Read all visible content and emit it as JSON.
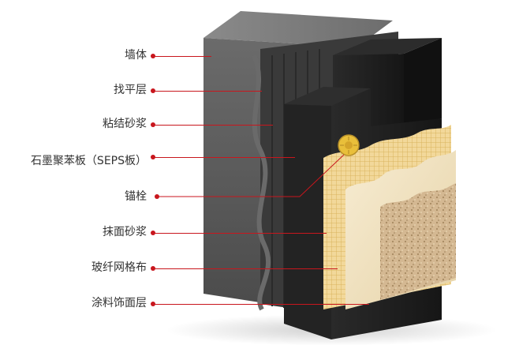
{
  "labels": [
    {
      "text": "墙体"
    },
    {
      "text": "找平层"
    },
    {
      "text": "粘结砂浆"
    },
    {
      "text": "石墨聚苯板（SEPS板）"
    },
    {
      "text": "锚栓"
    },
    {
      "text": "抹面砂浆"
    },
    {
      "text": "玻纤网格布"
    },
    {
      "text": "涂料饰面层"
    }
  ],
  "colors": {
    "leader": "#c8161d",
    "label_text": "#333333",
    "wall": "#5a5a5a",
    "board": "#1e1e1e",
    "mesh": "#e9c778",
    "plaster": "#f0e3c2",
    "finish": "#cdb08a"
  }
}
